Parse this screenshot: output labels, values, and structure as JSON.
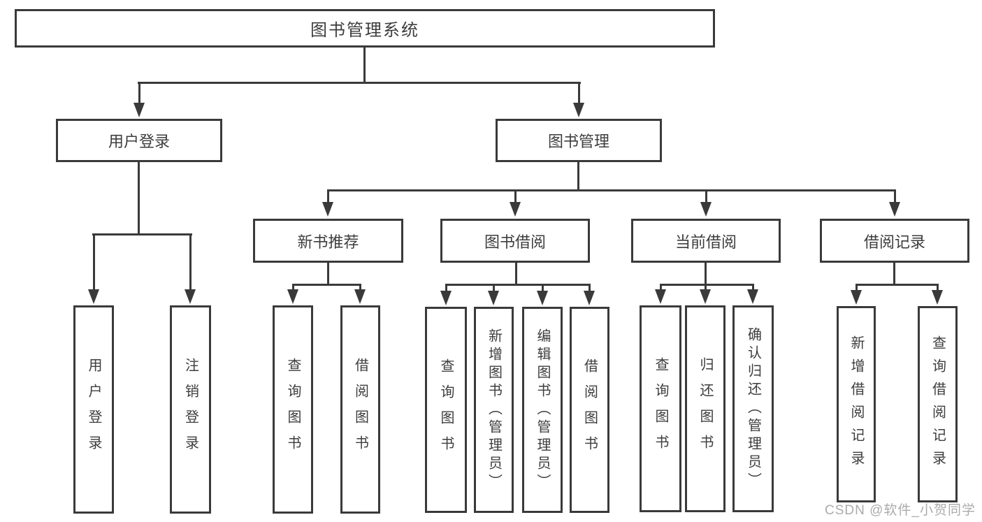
{
  "diagram": {
    "root": {
      "label": "图书管理系统"
    },
    "level2": [
      {
        "label": "用户登录",
        "children": [
          {
            "label": "用户登录"
          },
          {
            "label": "注销登录"
          }
        ]
      },
      {
        "label": "图书管理",
        "children": [
          {
            "label": "新书推荐",
            "children": [
              {
                "label": "查询图书"
              },
              {
                "label": "借阅图书"
              }
            ]
          },
          {
            "label": "图书借阅",
            "children": [
              {
                "label": "查询图书"
              },
              {
                "label": "新增图书（管理员）"
              },
              {
                "label": "编辑图书（管理员）"
              },
              {
                "label": "借阅图书"
              }
            ]
          },
          {
            "label": "当前借阅",
            "children": [
              {
                "label": "查询图书"
              },
              {
                "label": "归还图书"
              },
              {
                "label": "确认归还（管理员）"
              }
            ]
          },
          {
            "label": "借阅记录",
            "children": [
              {
                "label": "新增借阅记录"
              },
              {
                "label": "查询借阅记录"
              }
            ]
          }
        ]
      }
    ]
  },
  "watermark": {
    "text": "CSDN @软件_小贺同学"
  },
  "colors": {
    "line": "#3a3a3a",
    "text": "#3d3d3d",
    "box_fill": "#ffffff",
    "watermark": "#ababab"
  }
}
